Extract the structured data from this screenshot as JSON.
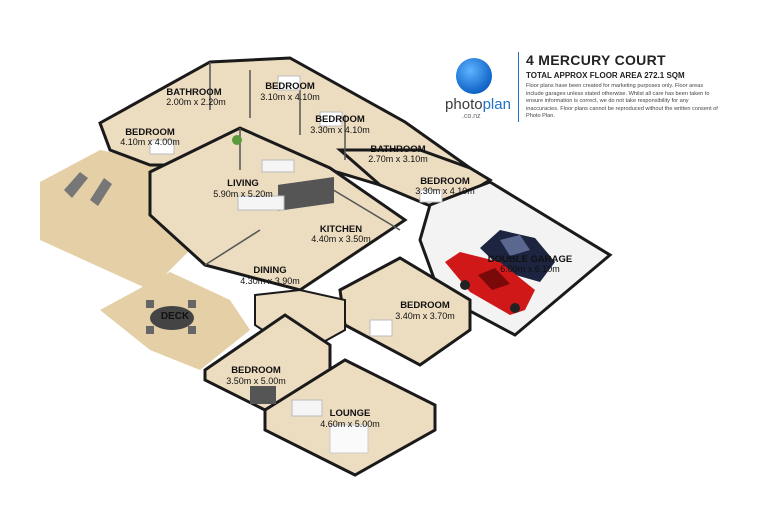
{
  "header": {
    "title": "4 MERCURY COURT",
    "floor_area": "TOTAL APPROX FLOOR AREA 272.1 SQM",
    "disclaimer": "Floor plans have been created for marketing purposes only. Floor areas include garages unless stated otherwise. Whilst all care has been taken to ensure information is correct, we do not take responsibility for any inaccuracies. Floor plans cannot be reproduced without the written consent of Photo Plan."
  },
  "logo": {
    "name_part1": "photo",
    "name_part2": "plan",
    "domain": ".co.nz"
  },
  "rooms": [
    {
      "name": "BATHROOM",
      "dims": "2.00m x 2.20m"
    },
    {
      "name": "BEDROOM",
      "dims": "3.10m x 4.10m"
    },
    {
      "name": "BEDROOM",
      "dims": "3.30m x 4.10m"
    },
    {
      "name": "BEDROOM",
      "dims": "4.10m x 4.00m"
    },
    {
      "name": "BATHROOM",
      "dims": "2.70m x 3.10m"
    },
    {
      "name": "LIVING",
      "dims": "5.90m x 5.20m"
    },
    {
      "name": "BEDROOM",
      "dims": "3.30m x 4.10m"
    },
    {
      "name": "KITCHEN",
      "dims": "4.40m x 3.50m"
    },
    {
      "name": "DOUBLE GARAGE",
      "dims": "6.00m x 6.10m"
    },
    {
      "name": "DINING",
      "dims": "4.30m x 3.90m"
    },
    {
      "name": "DECK",
      "dims": ""
    },
    {
      "name": "BEDROOM",
      "dims": "3.40m x 3.70m"
    },
    {
      "name": "BEDROOM",
      "dims": "3.50m x 5.00m"
    },
    {
      "name": "LOUNGE",
      "dims": "4.60m x 5.00m"
    }
  ],
  "colors": {
    "wall": "#1a1a1a",
    "floor": "#ecdcc0",
    "deck": "#e4cfa6",
    "garage_floor": "#f3f3f3",
    "car_red": "#d01818",
    "car_navy": "#1c2440",
    "logo_blue": "#1e72c8"
  }
}
